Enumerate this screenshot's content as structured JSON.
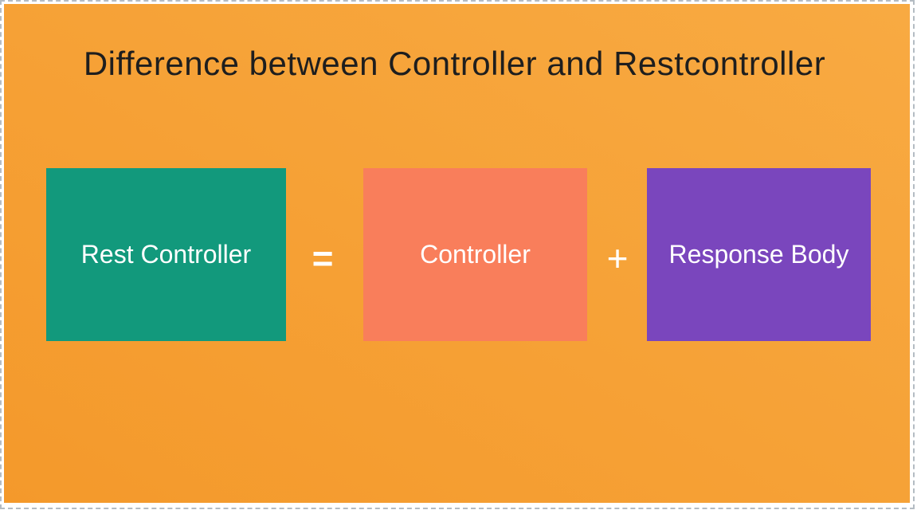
{
  "title": "Difference between Controller and Restcontroller",
  "equation": {
    "boxes": [
      {
        "id": "rest-controller",
        "label": "Rest Controller",
        "color": "#12997C"
      },
      {
        "id": "controller",
        "label": "Controller",
        "color": "#F97E5B"
      },
      {
        "id": "response-body",
        "label": "Response Body",
        "color": "#7A46BD"
      }
    ],
    "operators": [
      {
        "id": "equals",
        "symbol": "="
      },
      {
        "id": "plus",
        "symbol": "+"
      }
    ]
  },
  "colors": {
    "background_top": "#F8AA42",
    "background_bottom": "#F4992B",
    "title_text": "#1E1E1E",
    "box_text": "#FFFFFF",
    "marquee_border": "#B4BCC3",
    "page_background": "#FFFFFF"
  }
}
